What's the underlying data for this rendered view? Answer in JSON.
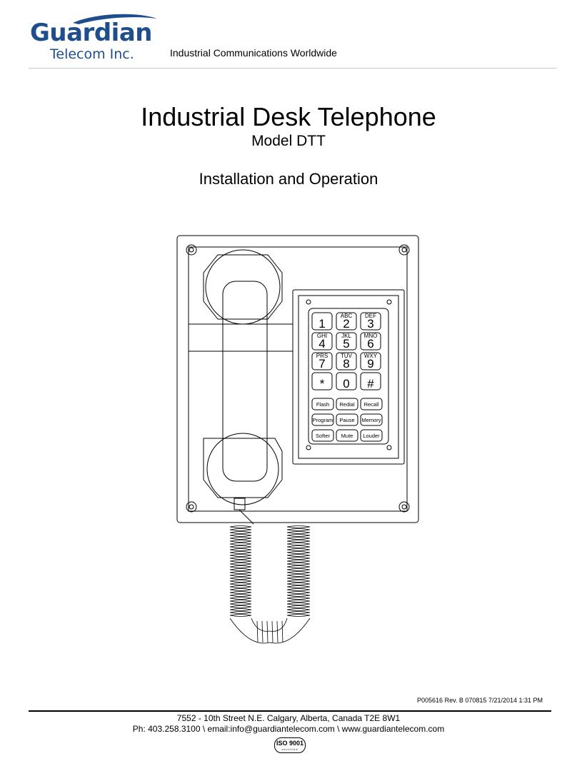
{
  "header": {
    "brand_name": "Guardian",
    "brand_sub": "Telecom Inc.",
    "tagline": "Industrial Communications Worldwide",
    "brand_color": "#1f4e8c"
  },
  "document": {
    "title": "Industrial Desk Telephone",
    "model": "Model DTT",
    "section": "Installation and Operation"
  },
  "keypad": {
    "keys": [
      {
        "digit": "1",
        "letters": ""
      },
      {
        "digit": "2",
        "letters": "ABC"
      },
      {
        "digit": "3",
        "letters": "DEF"
      },
      {
        "digit": "4",
        "letters": "GHI"
      },
      {
        "digit": "5",
        "letters": "JKL"
      },
      {
        "digit": "6",
        "letters": "MNO"
      },
      {
        "digit": "7",
        "letters": "PRS"
      },
      {
        "digit": "8",
        "letters": "TUV"
      },
      {
        "digit": "9",
        "letters": "WXY"
      },
      {
        "digit": "*",
        "letters": ""
      },
      {
        "digit": "0",
        "letters": ""
      },
      {
        "digit": "#",
        "letters": ""
      }
    ],
    "function_keys": [
      "Flash",
      "Redial",
      "Recall",
      "Program",
      "Pause",
      "Memory",
      "Softer",
      "Mute",
      "Louder"
    ]
  },
  "footer": {
    "revision": "P005616 Rev. B 070815 7/21/2014 1:31 PM",
    "address": "7552 - 10th Street N.E. Calgary, Alberta, Canada T2E 8W1",
    "contact": "Ph: 403.258.3100 \\ email:info@guardiantelecom.com \\ www.guardiantelecom.com",
    "iso_label": "ISO 9001",
    "iso_sub": "certified"
  }
}
